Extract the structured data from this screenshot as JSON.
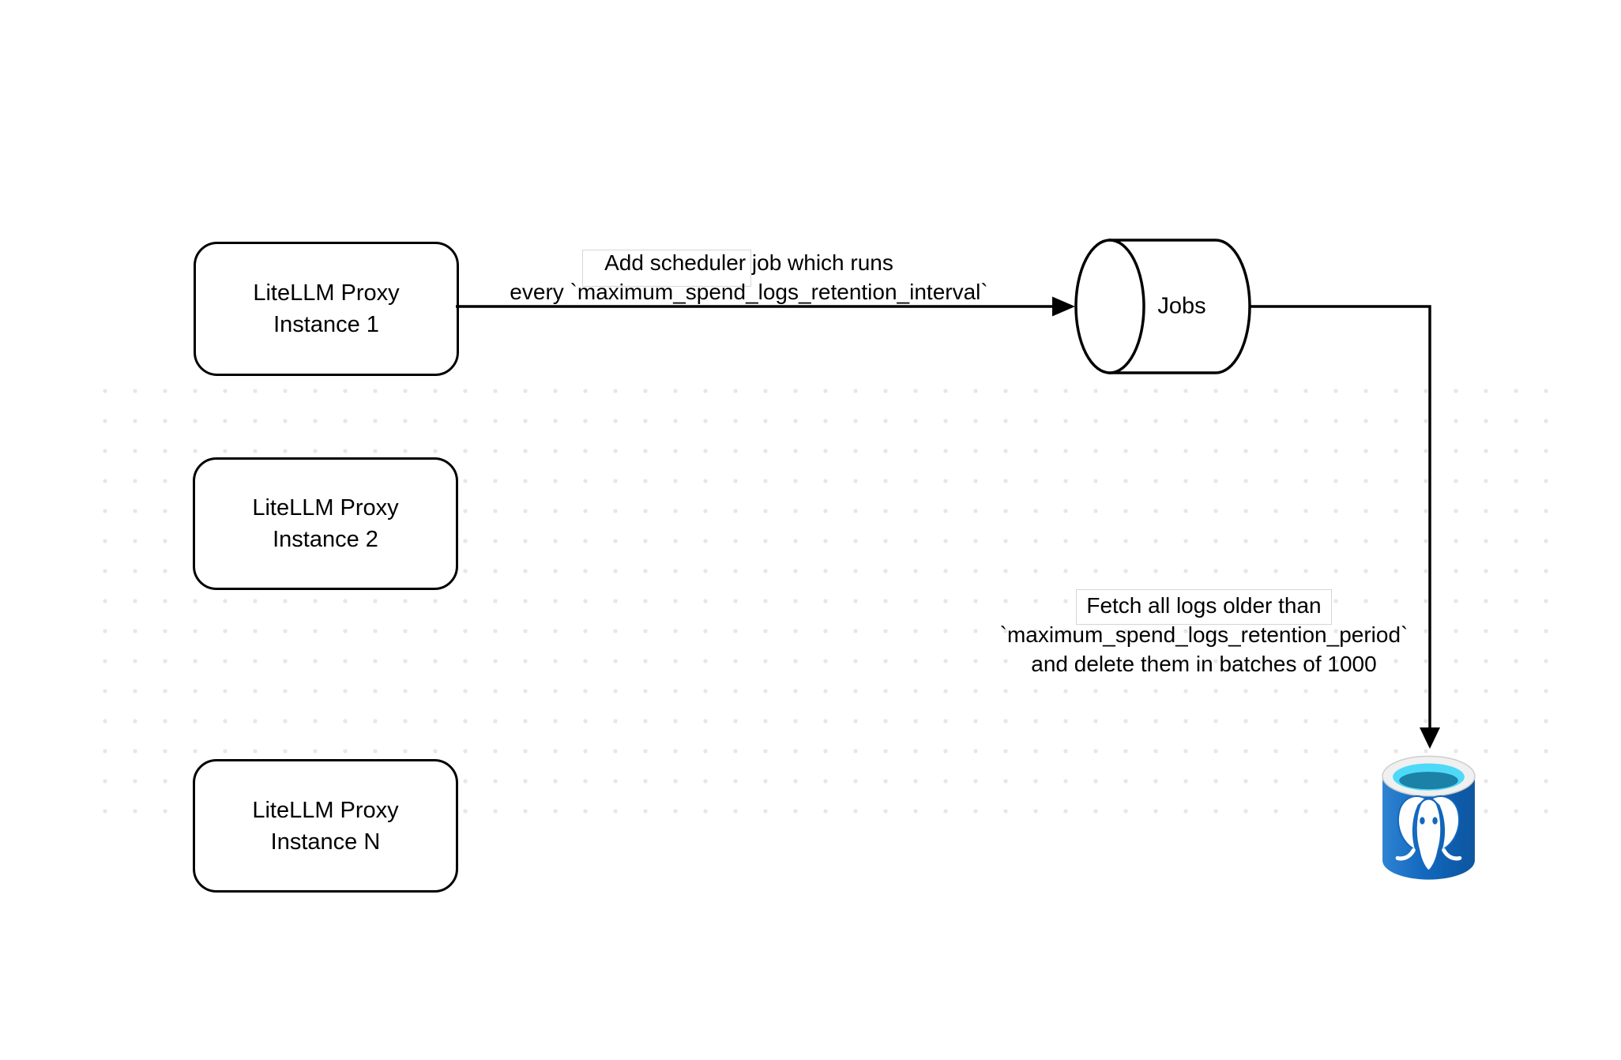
{
  "nodes": {
    "instance1": {
      "title_line1": "LiteLLM Proxy",
      "title_line2": "Instance 1"
    },
    "instance2": {
      "title_line1": "LiteLLM Proxy",
      "title_line2": "Instance 2"
    },
    "instanceN": {
      "title_line1": "LiteLLM Proxy",
      "title_line2": "Instance N"
    },
    "jobs": {
      "label": "Jobs"
    },
    "postgres": {
      "icon": "postgresql-database-icon"
    }
  },
  "edges": {
    "add_scheduler": {
      "line1": "Add scheduler job which runs",
      "line2": "every `maximum_spend_logs_retention_interval`"
    },
    "fetch_logs": {
      "line1": "Fetch all logs older than",
      "line2": "`maximum_spend_logs_retention_period`",
      "line3": "and delete them in batches of 1000"
    }
  },
  "colors": {
    "stroke": "#000000",
    "dot_grid": "#e7e7e7",
    "postgres_body_light": "#2f83d2",
    "postgres_body": "#1268bd",
    "postgres_body_dark": "#0d55a0",
    "postgres_rim": "#f0f0f0",
    "postgres_opening_cyan": "#4ed9f8",
    "postgres_liquid_teal": "#1b81a6",
    "elephant": "#ffffff"
  }
}
